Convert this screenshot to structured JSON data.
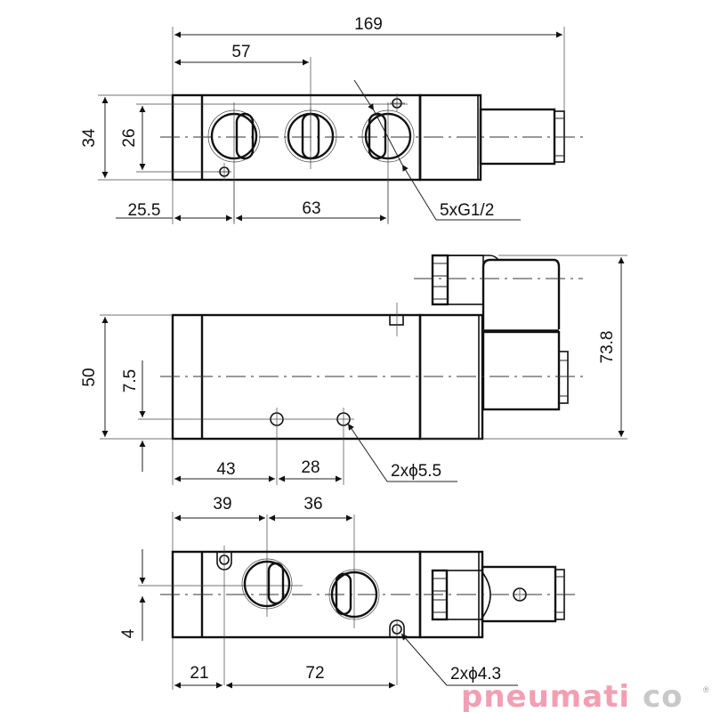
{
  "drawing": {
    "subject": "5/2 solenoid valve, G1/2 ports",
    "top_view": {
      "dims": {
        "overall_length": "169",
        "port_offset": "57",
        "height_outer": "34",
        "height_inner": "26",
        "hole_offset": "25.5",
        "hole_spacing": "63"
      },
      "callout_ports": "5xG1/2"
    },
    "side_view": {
      "dims": {
        "body_height": "50",
        "hole_height": "7.5",
        "hole_offset": "43",
        "hole_spacing": "28",
        "overall_height": "73.8"
      },
      "callout_holes": "2xϕ5.5"
    },
    "bottom_view": {
      "dims": {
        "port_offset": "39",
        "port_spacing": "36",
        "center_offset": "4",
        "hole_offset": "21",
        "hole_spacing": "72"
      },
      "callout_holes": "2xϕ4.3"
    }
  },
  "brand": {
    "logo_part1": "pneumati",
    "logo_part2": "co",
    "registered": "®",
    "color_primary": "#f29fb3",
    "color_secondary": "#c8c8c8"
  }
}
